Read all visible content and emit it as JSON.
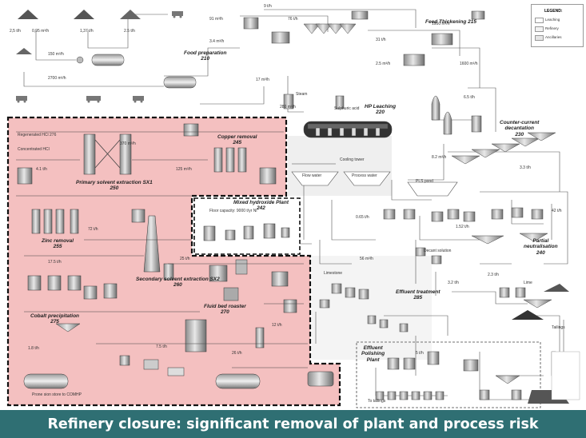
{
  "caption": "Refinery closure: significant removal of plant and process risk",
  "legend": {
    "title": "LEGEND:",
    "items": [
      {
        "label": "Leaching",
        "color": "#ffffff"
      },
      {
        "label": "Refinery",
        "color": "#f2f2f2"
      },
      {
        "label": "Ancillaries",
        "color": "#e6e6e6"
      }
    ]
  },
  "areas": {
    "food_preparation": [
      "Food preparation",
      "210"
    ],
    "feed_thickening": [
      "Feed Thickening 215"
    ],
    "hp_leaching": [
      "HP Leaching",
      "220"
    ],
    "counter_current": [
      "Counter-current",
      "decantation",
      "230"
    ],
    "copper_removal": [
      "Copper removal",
      "245"
    ],
    "primary_sx": [
      "Primary solvent extraction SX1",
      "250"
    ],
    "mhp": [
      "Mixed hydroxide Plant",
      "242"
    ],
    "zinc_removal": [
      "Zinc removal",
      "255"
    ],
    "secondary_sx": [
      "Secondary solvent extraction SX2",
      "260"
    ],
    "fluid_bed": [
      "Fluid bed roaster",
      "270"
    ],
    "cobalt_precip": [
      "Cobalt precipitation",
      "275"
    ],
    "effluent_treatment": [
      "Effluent treatment",
      "285"
    ],
    "partial_neutralisation": [
      "Partial",
      "neutralisation",
      "240"
    ],
    "effluent_polishing": [
      "Effluent",
      "Polishing",
      "Plant"
    ]
  },
  "labels": {
    "pls_pond": "PLS pond",
    "flow_water": "Flow water",
    "process_water": "Process water",
    "tailings": "Tailings",
    "mhp_note": "Floor capacity: 9000 t/yr Ni",
    "regenerated_hcl": "Regenerated HCl 276",
    "concentrated_hcl": "Concentrated HCl",
    "product_note": "Prone sion store to COMHP",
    "steam": "Steam",
    "sulphuric_acid": "Sulphuric acid",
    "limestone": "Limestone",
    "lime": "Lime",
    "cooling_tower": "Cooling tower",
    "decant_solution": "Decant solution",
    "to_tailings": "To tailings"
  },
  "flow_values": [
    "2,5 t/h",
    "0,95 m³/h",
    "1,37 t/h",
    "2.5 t/h",
    "150 m³/h",
    "2700 m³/h",
    "91 m³/h",
    "3.4 m³/h",
    "9 t/h",
    "76 t/h",
    "31 t/h",
    "1950 m³/h",
    "1600 m³/h",
    "2.5 m³/h",
    "17 m³/h",
    "6.5 t/h",
    "280 m³/h",
    "8.2 m³/h",
    "3.3 t/h",
    "42 t/h",
    "0.65 t/h",
    "56 m³/h",
    "1.52 t/h",
    "2.3 t/h",
    "3.2 t/h",
    "370 m³/h",
    "4.1 t/h",
    "125 m³/h",
    "72 t/h",
    "17.5 t/h",
    "25 t/h",
    "1.8 t/h",
    "26 t/h",
    "7.5 t/h",
    "12 t/h",
    "5 t/h"
  ]
}
